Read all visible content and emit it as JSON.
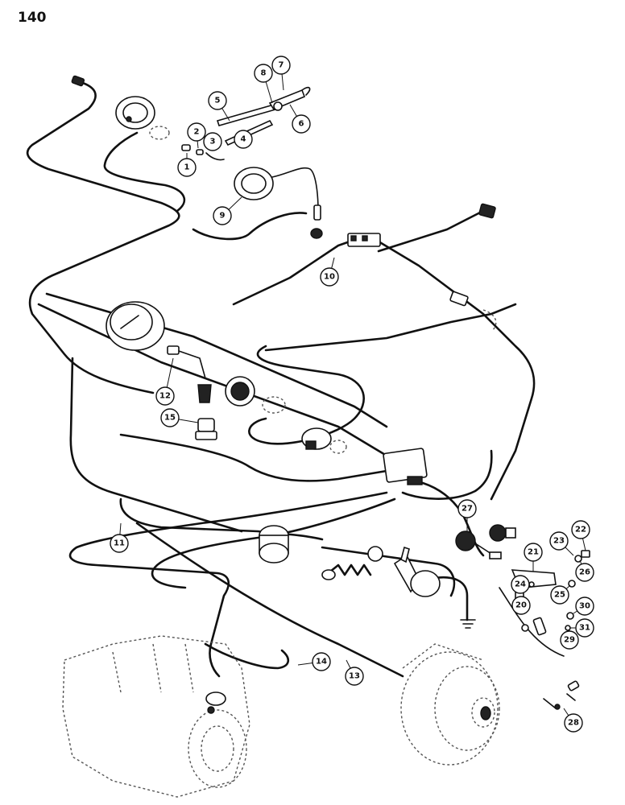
{
  "page": {
    "number": "140"
  },
  "callouts": [
    {
      "label": "1"
    },
    {
      "label": "2"
    },
    {
      "label": "3"
    },
    {
      "label": "4"
    },
    {
      "label": "5"
    },
    {
      "label": "6"
    },
    {
      "label": "7"
    },
    {
      "label": "8"
    },
    {
      "label": "9"
    },
    {
      "label": "10"
    },
    {
      "label": "11"
    },
    {
      "label": "12"
    },
    {
      "label": "13"
    },
    {
      "label": "14"
    },
    {
      "label": "15"
    },
    {
      "label": "20"
    },
    {
      "label": "21"
    },
    {
      "label": "22"
    },
    {
      "label": "23"
    },
    {
      "label": "24"
    },
    {
      "label": "25"
    },
    {
      "label": "26"
    },
    {
      "label": "27"
    },
    {
      "label": "28"
    },
    {
      "label": "29"
    },
    {
      "label": "30"
    },
    {
      "label": "31"
    }
  ]
}
